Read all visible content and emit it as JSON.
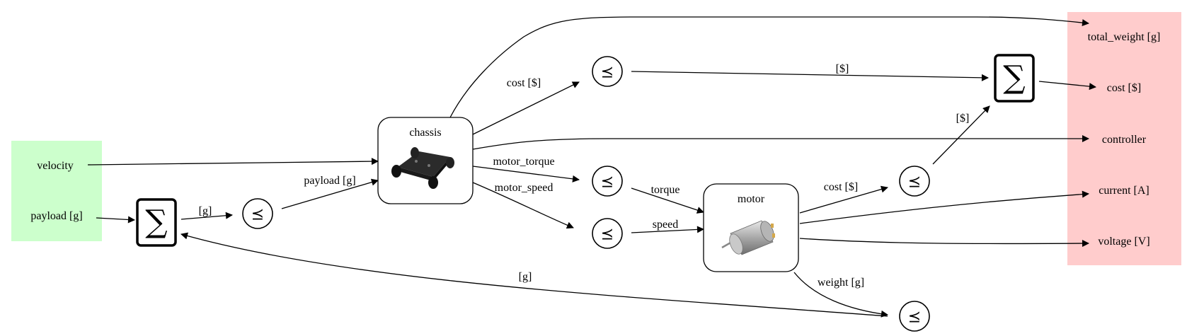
{
  "inputs": {
    "color": "#ccffcc",
    "ports": [
      {
        "label": "velocity"
      },
      {
        "label": "payload [g]"
      }
    ]
  },
  "outputs": {
    "color": "#ffcccc",
    "ports": [
      {
        "label": "total_weight [g]"
      },
      {
        "label": "cost [$]"
      },
      {
        "label": "controller"
      },
      {
        "label": "current [A]"
      },
      {
        "label": "voltage [V]"
      }
    ]
  },
  "nodes": {
    "chassis": {
      "title": "chassis",
      "image": "robot-chassis-image"
    },
    "motor": {
      "title": "motor",
      "image": "dc-motor-image"
    }
  },
  "sum_symbol": "∑",
  "ordering_symbol": "⪯",
  "edge_labels": {
    "chassis_cost": "cost [$]",
    "cost_to_sum": "[$]",
    "motor_torque": "motor_torque",
    "motor_speed": "motor_speed",
    "payload_to_chassis": "payload [g]",
    "sum_to_leq": "[g]",
    "torque": "torque",
    "speed": "speed",
    "motor_cost": "cost [$]",
    "motor_cost_to_sum": "[$]",
    "weight": "weight [g]",
    "weight_feedback": "[g]"
  }
}
